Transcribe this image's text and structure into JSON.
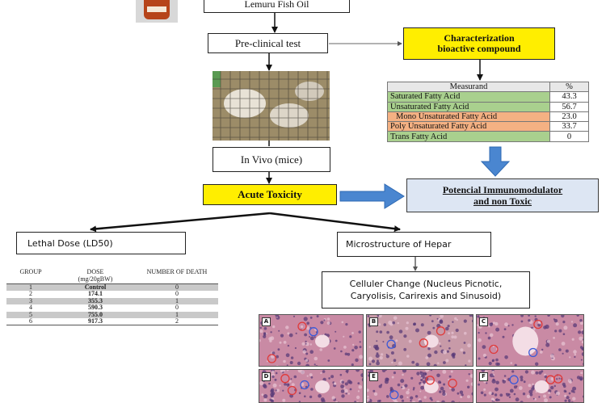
{
  "boxes": {
    "source": "Lemuru Fish Oil",
    "preclinical": "Pre-clinical test",
    "characterization_line1": "Characterization",
    "characterization_line2": "bioactive compound",
    "invivo": "In Vivo (mice)",
    "acute": "Acute Toxicity",
    "result_line1": "Potencial Immunomodulator",
    "result_line2": "and non Toxic",
    "ld50": "Lethal Dose (LD50)",
    "microstructure": "Microstructure of Hepar",
    "cellular_line1": "Celluler Change (Nucleus Picnotic,",
    "cellular_line2": "Caryolisis, Carirexis and Sinusoid)"
  },
  "bioactive_table": {
    "headers": [
      "Measurand",
      "%"
    ],
    "rows": [
      {
        "name": "Saturated Fatty Acid",
        "value": "43.3",
        "color": "#a9d08e"
      },
      {
        "name": "Unsaturated Fatty Acid",
        "value": "56.7",
        "color": "#a9d08e"
      },
      {
        "name": "Mono Unsaturated Fatty Acid",
        "value": "23.0",
        "color": "#f4b183"
      },
      {
        "name": "Poly Unsaturated Fatty Acid",
        "value": "33.7",
        "color": "#f4b183"
      },
      {
        "name": "Trans Fatty Acid",
        "value": "0",
        "color": "#a9d08e"
      }
    ]
  },
  "ld50_table": {
    "headers": [
      "GROUP",
      "DOSE",
      "NUMBER OF DEATH"
    ],
    "dose_unit": "(mg/20gBW)",
    "rows": [
      {
        "group": "1",
        "dose": "Control",
        "deaths": "0"
      },
      {
        "group": "2",
        "dose": "174.1",
        "deaths": "0"
      },
      {
        "group": "3",
        "dose": "355.3",
        "deaths": "1"
      },
      {
        "group": "4",
        "dose": "590.3",
        "deaths": "0"
      },
      {
        "group": "5",
        "dose": "755.0",
        "deaths": "1"
      },
      {
        "group": "6",
        "dose": "917.3",
        "deaths": "2"
      }
    ]
  },
  "histology_panels": [
    "A",
    "B",
    "C",
    "D",
    "E",
    "F"
  ],
  "colors": {
    "highlight_yellow": "#ffee00",
    "result_box_fill": "#dde6f3",
    "arrow_blue": "#4a86d0",
    "tissue_pink": "#c98aa4"
  }
}
